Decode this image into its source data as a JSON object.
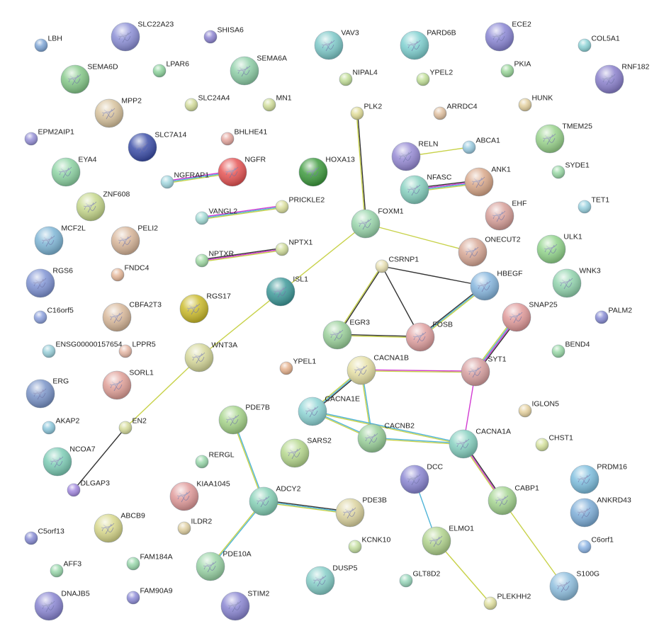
{
  "nodes": [
    {
      "id": "LBH",
      "label": "LBH",
      "color": "#7fa6d6",
      "big": false
    },
    {
      "id": "SLC22A23",
      "label": "SLC22A23",
      "color": "#8c8fd6",
      "big": true
    },
    {
      "id": "SHISA6",
      "label": "SHISA6",
      "color": "#8f86d2",
      "big": false
    },
    {
      "id": "VAV3",
      "label": "VAV3",
      "color": "#7ec9c9",
      "big": true
    },
    {
      "id": "PARD6B",
      "label": "PARD6B",
      "color": "#7fd0d0",
      "big": true
    },
    {
      "id": "ECE2",
      "label": "ECE2",
      "color": "#8a86d4",
      "big": true
    },
    {
      "id": "COL5A1",
      "label": "COL5A1",
      "color": "#8dd3d6",
      "big": false
    },
    {
      "id": "RNF182",
      "label": "RNF182",
      "color": "#8a80cc",
      "big": true
    },
    {
      "id": "SEMA6D",
      "label": "SEMA6D",
      "color": "#86c98a",
      "big": true
    },
    {
      "id": "LPAR6",
      "label": "LPAR6",
      "color": "#8fd49e",
      "big": false
    },
    {
      "id": "SEMA6A",
      "label": "SEMA6A",
      "color": "#8fcfa8",
      "big": true
    },
    {
      "id": "NIPAL4",
      "label": "NIPAL4",
      "color": "#c3df9a",
      "big": false
    },
    {
      "id": "YPEL2",
      "label": "YPEL2",
      "color": "#c2e099",
      "big": false
    },
    {
      "id": "PKIA",
      "label": "PKIA",
      "color": "#9ad69a",
      "big": false
    },
    {
      "id": "MPP2",
      "label": "MPP2",
      "color": "#d8c39e",
      "big": true
    },
    {
      "id": "SLC24A4",
      "label": "SLC24A4",
      "color": "#d3dc9c",
      "big": false
    },
    {
      "id": "MN1",
      "label": "MN1",
      "color": "#d0dd9a",
      "big": false
    },
    {
      "id": "PLK2",
      "label": "PLK2",
      "color": "#e0dc98",
      "big": false
    },
    {
      "id": "ARRDC4",
      "label": "ARRDC4",
      "color": "#e0c0a0",
      "big": false
    },
    {
      "id": "HUNK",
      "label": "HUNK",
      "color": "#e2cf9e",
      "big": false
    },
    {
      "id": "EPM2AIP1",
      "label": "EPM2AIP1",
      "color": "#9892d8",
      "big": false
    },
    {
      "id": "SLC7A14",
      "label": "SLC7A14",
      "color": "#3c4ea8",
      "big": true
    },
    {
      "id": "BHLHE41",
      "label": "BHLHE41",
      "color": "#e6a8a0",
      "big": false
    },
    {
      "id": "TMEM25",
      "label": "TMEM25",
      "color": "#99d38c",
      "big": true
    },
    {
      "id": "EYA4",
      "label": "EYA4",
      "color": "#8ed4a4",
      "big": true
    },
    {
      "id": "NGFRAP1",
      "label": "NGFRAP1",
      "color": "#a3d8e0",
      "big": false
    },
    {
      "id": "NGFR",
      "label": "NGFR",
      "color": "#e65555",
      "big": true
    },
    {
      "id": "HOXA13",
      "label": "HOXA13",
      "color": "#3f9b3f",
      "big": true
    },
    {
      "id": "RELN",
      "label": "RELN",
      "color": "#968ad4",
      "big": true
    },
    {
      "id": "ABCA1",
      "label": "ABCA1",
      "color": "#9acbe0",
      "big": false
    },
    {
      "id": "SYDE1",
      "label": "SYDE1",
      "color": "#9ad9a6",
      "big": false
    },
    {
      "id": "ZNF608",
      "label": "ZNF608",
      "color": "#c6d88c",
      "big": true
    },
    {
      "id": "NFASC",
      "label": "NFASC",
      "color": "#86d0bf",
      "big": true
    },
    {
      "id": "ANK1",
      "label": "ANK1",
      "color": "#d9a88a",
      "big": true
    },
    {
      "id": "TET1",
      "label": "TET1",
      "color": "#9ad2e0",
      "big": false
    },
    {
      "id": "VANGL2",
      "label": "VANGL2",
      "color": "#a3dcd6",
      "big": false
    },
    {
      "id": "PRICKLE2",
      "label": "PRICKLE2",
      "color": "#dce09e",
      "big": false
    },
    {
      "id": "EHF",
      "label": "EHF",
      "color": "#d8a09a",
      "big": true
    },
    {
      "id": "MCF2L",
      "label": "MCF2L",
      "color": "#7fb6d6",
      "big": true
    },
    {
      "id": "PELI2",
      "label": "PELI2",
      "color": "#d8b69a",
      "big": true
    },
    {
      "id": "FOXM1",
      "label": "FOXM1",
      "color": "#9ad6ac",
      "big": true
    },
    {
      "id": "ULK1",
      "label": "ULK1",
      "color": "#92d48c",
      "big": true
    },
    {
      "id": "NPTXR",
      "label": "NPTXR",
      "color": "#a2dba6",
      "big": false
    },
    {
      "id": "NPTX1",
      "label": "NPTX1",
      "color": "#d0dc9c",
      "big": false
    },
    {
      "id": "ONECUT2",
      "label": "ONECUT2",
      "color": "#d8a896",
      "big": true
    },
    {
      "id": "RGS6",
      "label": "RGS6",
      "color": "#8094d4",
      "big": true
    },
    {
      "id": "FNDC4",
      "label": "FNDC4",
      "color": "#e6b89a",
      "big": false
    },
    {
      "id": "CSRNP1",
      "label": "CSRNP1",
      "color": "#e8e0b2",
      "big": false
    },
    {
      "id": "ISL1",
      "label": "ISL1",
      "color": "#3f9a9a",
      "big": true
    },
    {
      "id": "HBEGF",
      "label": "HBEGF",
      "color": "#86b6de",
      "big": true
    },
    {
      "id": "WNK3",
      "label": "WNK3",
      "color": "#92d4ae",
      "big": true
    },
    {
      "id": "RGS17",
      "label": "RGS17",
      "color": "#cbbb2c",
      "big": true
    },
    {
      "id": "C16orf5",
      "label": "C16orf5",
      "color": "#8ea2de",
      "big": false
    },
    {
      "id": "CBFA2T3",
      "label": "CBFA2T3",
      "color": "#d8b89a",
      "big": true
    },
    {
      "id": "SNAP25",
      "label": "SNAP25",
      "color": "#e09a9a",
      "big": true
    },
    {
      "id": "PALM2",
      "label": "PALM2",
      "color": "#8a8ed6",
      "big": false
    },
    {
      "id": "EGR3",
      "label": "EGR3",
      "color": "#9ad09a",
      "big": true
    },
    {
      "id": "FOSB",
      "label": "FOSB",
      "color": "#e0a0a0",
      "big": true
    },
    {
      "id": "ENSG00000157654",
      "label": "ENSG00000157654",
      "color": "#9ad0da",
      "big": false
    },
    {
      "id": "LPPR5",
      "label": "LPPR5",
      "color": "#e6b8a6",
      "big": false
    },
    {
      "id": "WNT3A",
      "label": "WNT3A",
      "color": "#d6d89a",
      "big": true
    },
    {
      "id": "BEND4",
      "label": "BEND4",
      "color": "#9ad9a8",
      "big": false
    },
    {
      "id": "YPEL1",
      "label": "YPEL1",
      "color": "#e6b28e",
      "big": false
    },
    {
      "id": "CACNA1B",
      "label": "CACNA1B",
      "color": "#e6e0a6",
      "big": true
    },
    {
      "id": "SYT1",
      "label": "SYT1",
      "color": "#d8a0a0",
      "big": true
    },
    {
      "id": "SORL1",
      "label": "SORL1",
      "color": "#e0a098",
      "big": true
    },
    {
      "id": "ERG",
      "label": "ERG",
      "color": "#7a94c8",
      "big": true
    },
    {
      "id": "CACNA1E",
      "label": "CACNA1E",
      "color": "#8ed4d4",
      "big": true
    },
    {
      "id": "IGLON5",
      "label": "IGLON5",
      "color": "#e6d2a0",
      "big": false
    },
    {
      "id": "AKAP2",
      "label": "AKAP2",
      "color": "#8ec8dc",
      "big": false
    },
    {
      "id": "EN2",
      "label": "EN2",
      "color": "#d6dc9c",
      "big": false
    },
    {
      "id": "PDE7B",
      "label": "PDE7B",
      "color": "#a6d48a",
      "big": true
    },
    {
      "id": "CACNB2",
      "label": "CACNB2",
      "color": "#9ad09a",
      "big": true
    },
    {
      "id": "CHST1",
      "label": "CHST1",
      "color": "#d6e29e",
      "big": false
    },
    {
      "id": "SARS2",
      "label": "SARS2",
      "color": "#b6d88e",
      "big": true
    },
    {
      "id": "CACNA1A",
      "label": "CACNA1A",
      "color": "#86d0c0",
      "big": true
    },
    {
      "id": "NCOA7",
      "label": "NCOA7",
      "color": "#7ecdb6",
      "big": true
    },
    {
      "id": "RERGL",
      "label": "RERGL",
      "color": "#9ad8ac",
      "big": false
    },
    {
      "id": "DCC",
      "label": "DCC",
      "color": "#8a86d2",
      "big": true
    },
    {
      "id": "PRDM16",
      "label": "PRDM16",
      "color": "#7ebede",
      "big": true
    },
    {
      "id": "DLGAP3",
      "label": "DLGAP3",
      "color": "#a48ae0",
      "big": false
    },
    {
      "id": "KIAA1045",
      "label": "KIAA1045",
      "color": "#e09a9a",
      "big": true
    },
    {
      "id": "ADCY2",
      "label": "ADCY2",
      "color": "#86d0b6",
      "big": true
    },
    {
      "id": "CABP1",
      "label": "CABP1",
      "color": "#a4d490",
      "big": true
    },
    {
      "id": "ANKRD43",
      "label": "ANKRD43",
      "color": "#7eaed8",
      "big": true
    },
    {
      "id": "ABCB9",
      "label": "ABCB9",
      "color": "#d8d88c",
      "big": true
    },
    {
      "id": "ILDR2",
      "label": "ILDR2",
      "color": "#e0d0a2",
      "big": false
    },
    {
      "id": "PDE3B",
      "label": "PDE3B",
      "color": "#dcd4a0",
      "big": true
    },
    {
      "id": "ELMO1",
      "label": "ELMO1",
      "color": "#b2d48e",
      "big": true
    },
    {
      "id": "C5orf13",
      "label": "C5orf13",
      "color": "#8a8ed6",
      "big": false
    },
    {
      "id": "KCNK10",
      "label": "KCNK10",
      "color": "#c6e0a2",
      "big": false
    },
    {
      "id": "C6orf1",
      "label": "C6orf1",
      "color": "#8eb6e6",
      "big": false
    },
    {
      "id": "AFF3",
      "label": "AFF3",
      "color": "#9ad8ac",
      "big": false
    },
    {
      "id": "FAM184A",
      "label": "FAM184A",
      "color": "#9ad8ac",
      "big": false
    },
    {
      "id": "PDE10A",
      "label": "PDE10A",
      "color": "#9ad4a6",
      "big": true
    },
    {
      "id": "DUSP5",
      "label": "DUSP5",
      "color": "#86cec8",
      "big": true
    },
    {
      "id": "S100G",
      "label": "S100G",
      "color": "#8ebede",
      "big": true
    },
    {
      "id": "GLT8D2",
      "label": "GLT8D2",
      "color": "#9ad8bc",
      "big": false
    },
    {
      "id": "DNAJB5",
      "label": "DNAJB5",
      "color": "#8a86d2",
      "big": true
    },
    {
      "id": "FAM90A9",
      "label": "FAM90A9",
      "color": "#908ed8",
      "big": false
    },
    {
      "id": "STIM2",
      "label": "STIM2",
      "color": "#8a86d2",
      "big": true
    },
    {
      "id": "PLEKHH2",
      "label": "PLEKHH2",
      "color": "#e0e0a0",
      "big": false
    }
  ],
  "edges": [
    {
      "source": "PLK2",
      "target": "FOXM1",
      "colors": [
        "#333333",
        "#c8d24a"
      ]
    },
    {
      "source": "FOXM1",
      "target": "ONECUT2",
      "colors": [
        "#c8d24a"
      ]
    },
    {
      "source": "FOXM1",
      "target": "ISL1",
      "colors": [
        "#c8d24a"
      ]
    },
    {
      "source": "RELN",
      "target": "ABCA1",
      "colors": [
        "#c8d24a"
      ]
    },
    {
      "source": "NFASC",
      "target": "ANK1",
      "colors": [
        "#333333",
        "#d23ad2",
        "#4fb4d8",
        "#c8d24a"
      ]
    },
    {
      "source": "NGFRAP1",
      "target": "NGFR",
      "colors": [
        "#d23ad2",
        "#4fb4d8",
        "#c8d24a"
      ]
    },
    {
      "source": "VANGL2",
      "target": "PRICKLE2",
      "colors": [
        "#d23ad2",
        "#4fb4d8",
        "#c8d24a"
      ]
    },
    {
      "source": "NPTXR",
      "target": "NPTX1",
      "colors": [
        "#333333",
        "#d23ad2",
        "#c8d24a"
      ]
    },
    {
      "source": "CSRNP1",
      "target": "EGR3",
      "colors": [
        "#333333",
        "#c8d24a"
      ]
    },
    {
      "source": "CSRNP1",
      "target": "FOSB",
      "colors": [
        "#333333"
      ]
    },
    {
      "source": "CSRNP1",
      "target": "HBEGF",
      "colors": [
        "#333333"
      ]
    },
    {
      "source": "EGR3",
      "target": "FOSB",
      "colors": [
        "#333333",
        "#c8d24a"
      ]
    },
    {
      "source": "FOSB",
      "target": "HBEGF",
      "colors": [
        "#333333",
        "#4fb4d8",
        "#c8d24a"
      ]
    },
    {
      "source": "SNAP25",
      "target": "SYT1",
      "colors": [
        "#333333",
        "#d23ad2",
        "#4fb4d8",
        "#c8d24a"
      ]
    },
    {
      "source": "CACNA1B",
      "target": "SYT1",
      "colors": [
        "#d23ad2",
        "#c8d24a"
      ]
    },
    {
      "source": "CACNA1B",
      "target": "CACNA1E",
      "colors": [
        "#333333",
        "#4fb4d8",
        "#c8d24a"
      ]
    },
    {
      "source": "CACNA1B",
      "target": "CACNB2",
      "colors": [
        "#4fb4d8",
        "#c8d24a"
      ]
    },
    {
      "source": "CACNA1E",
      "target": "CACNB2",
      "colors": [
        "#4fb4d8",
        "#c8d24a"
      ]
    },
    {
      "source": "CACNB2",
      "target": "CACNA1A",
      "colors": [
        "#4fb4d8",
        "#c8d24a"
      ]
    },
    {
      "source": "CACNA1E",
      "target": "CACNA1A",
      "colors": [
        "#4fb4d8",
        "#c8d24a"
      ]
    },
    {
      "source": "SYT1",
      "target": "CACNA1A",
      "colors": [
        "#d23ad2"
      ]
    },
    {
      "source": "CACNA1A",
      "target": "CABP1",
      "colors": [
        "#333333",
        "#d23ad2",
        "#c8d24a"
      ]
    },
    {
      "source": "CABP1",
      "target": "S100G",
      "colors": [
        "#c8d24a"
      ]
    },
    {
      "source": "DCC",
      "target": "ELMO1",
      "colors": [
        "#4fb4d8"
      ]
    },
    {
      "source": "ELMO1",
      "target": "PLEKHH2",
      "colors": [
        "#c8d24a"
      ]
    },
    {
      "source": "ISL1",
      "target": "WNT3A",
      "colors": [
        "#c8d24a"
      ]
    },
    {
      "source": "WNT3A",
      "target": "EN2",
      "colors": [
        "#c8d24a"
      ]
    },
    {
      "source": "EN2",
      "target": "DLGAP3",
      "colors": [
        "#333333"
      ]
    },
    {
      "source": "PDE7B",
      "target": "ADCY2",
      "colors": [
        "#4fb4d8",
        "#c8d24a"
      ]
    },
    {
      "source": "ADCY2",
      "target": "PDE3B",
      "colors": [
        "#333333",
        "#4fb4d8",
        "#c8d24a"
      ]
    },
    {
      "source": "ADCY2",
      "target": "PDE10A",
      "colors": [
        "#4fb4d8",
        "#c8d24a"
      ]
    }
  ]
}
